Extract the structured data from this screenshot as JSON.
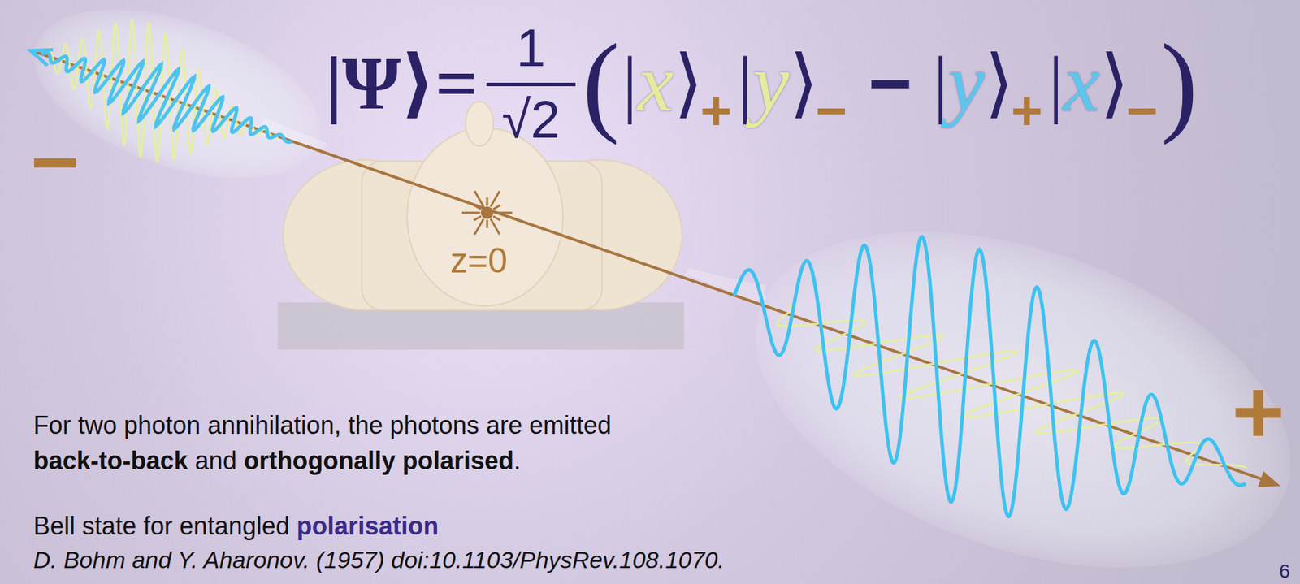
{
  "diagram": {
    "labels": [
      "−",
      "|Ψ⟩=",
      "1",
      "√2",
      "(",
      "|",
      "x",
      "⟩",
      "+",
      "|",
      "y",
      "⟩",
      "−",
      "−",
      "|",
      "y",
      "⟩",
      "+",
      "|",
      "x",
      "⟩",
      "−",
      ")",
      "z=0",
      "+",
      "For two photon annihilation, the photons are emitted",
      "back-to-back",
      "and",
      "orthogonally polarised",
      ".",
      "Bell state for entangled",
      "polarisation",
      "D. Bohm and Y. Aharonov. (1957) doi:10.1103/PhysRev.108.1070.",
      "6"
    ]
  }
}
